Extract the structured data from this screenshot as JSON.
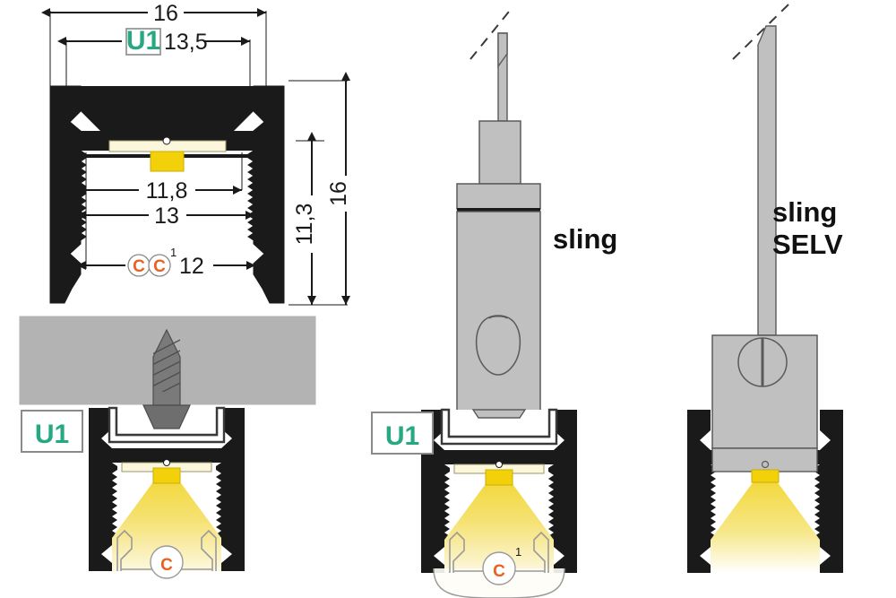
{
  "drawing": {
    "title": "LED aluminium profile cross-section and mounting drawing",
    "colors": {
      "profile_black": "#1a1a1a",
      "ceiling_grey": "#b3b3b3",
      "metal_grey": "#c0c0c0",
      "led_yellow": "#f2d10a",
      "light_cone": "#f5e36a",
      "badge_teal": "#26a882",
      "badge_orange": "#e8621f",
      "dim_line": "#1a1a1a",
      "background": "#ffffff"
    }
  },
  "dimensions": {
    "top_overall_width": "16",
    "inner_width_u1": "13,5",
    "led_strip_width": "11,8",
    "channel_width": "13",
    "cover_width": "12",
    "overall_height": "16",
    "inner_height": "11,3"
  },
  "badges": {
    "u1_top": "U1",
    "u1_left": "U1",
    "u1_middle": "U1",
    "c_letter": "C",
    "c1_letter": "C",
    "c1_superscript": "1"
  },
  "labels": {
    "sling": "sling",
    "sling_selv_line1": "sling",
    "sling_selv_line2": "SELV"
  },
  "views": {
    "top_left": "cross-section-with-dimensions",
    "bottom_left": "ceiling-screw-mounted-profile",
    "middle": "sling-suspended-profile-with-round-diffuser",
    "right": "sling-selv-suspended-profile"
  },
  "icons": {
    "screw": "screw-icon",
    "oval_hole": "oval-hole-icon",
    "slot_screw": "slotted-screw-icon",
    "dashed_cable": "dashed-cable-icon"
  }
}
